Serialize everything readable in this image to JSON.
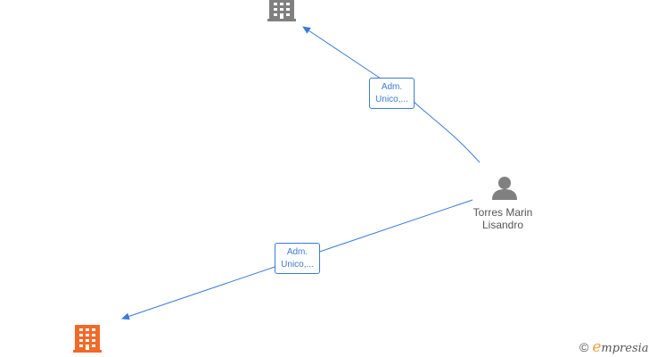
{
  "nodes": {
    "company_top": {
      "icon": "building-icon",
      "color": "#808080"
    },
    "company_bottom": {
      "icon": "building-icon",
      "color": "#f26a2a"
    },
    "person": {
      "icon": "person-icon",
      "color": "#808080",
      "name_line1": "Torres Marin",
      "name_line2": "Lisandro"
    }
  },
  "edges": [
    {
      "from": "person",
      "to": "company_top",
      "label_line1": "Adm.",
      "label_line2": "Unico,..."
    },
    {
      "from": "person",
      "to": "company_bottom",
      "label_line1": "Adm.",
      "label_line2": "Unico,..."
    }
  ],
  "colors": {
    "edge": "#3a7bd5"
  },
  "brand": {
    "copyright": "©",
    "initial": "e",
    "rest": "mpresia"
  }
}
